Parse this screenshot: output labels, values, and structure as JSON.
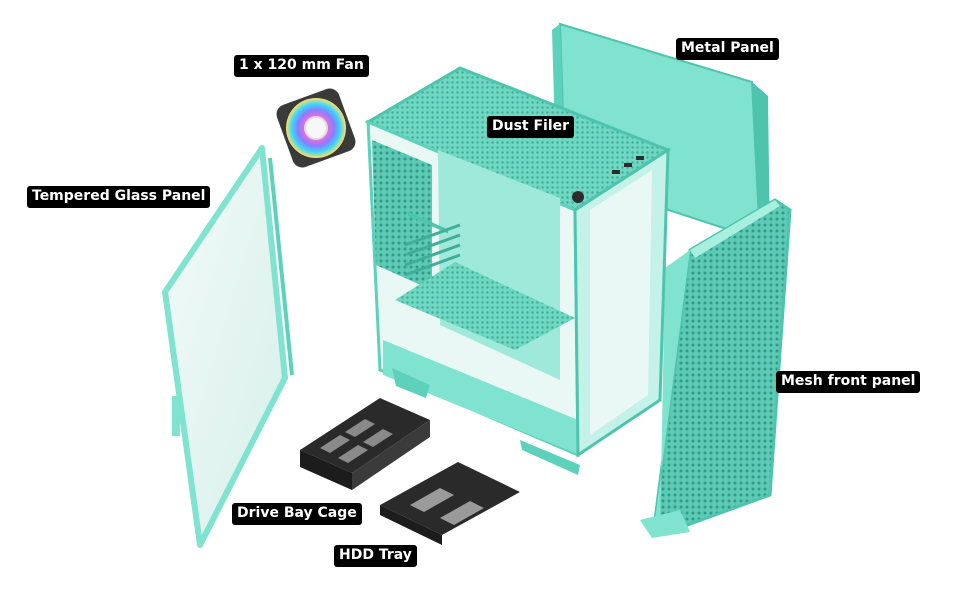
{
  "labels": {
    "fan": "1 x 120 mm Fan",
    "metal_panel": "Metal Panel",
    "dust_filter": "Dust Filer",
    "tempered_glass": "Tempered Glass Panel",
    "mesh_front": "Mesh front panel",
    "drive_bay": "Drive Bay Cage",
    "hdd_tray": "HDD Tray"
  },
  "colors": {
    "case_mint": "#7fe3cf",
    "case_mint_dark": "#4fc4ad",
    "case_mint_light": "#a8efe0",
    "glass_tint": "#dff6f1",
    "label_bg": "#000000",
    "label_text": "#ffffff",
    "tray_black": "#2a2a2a"
  }
}
